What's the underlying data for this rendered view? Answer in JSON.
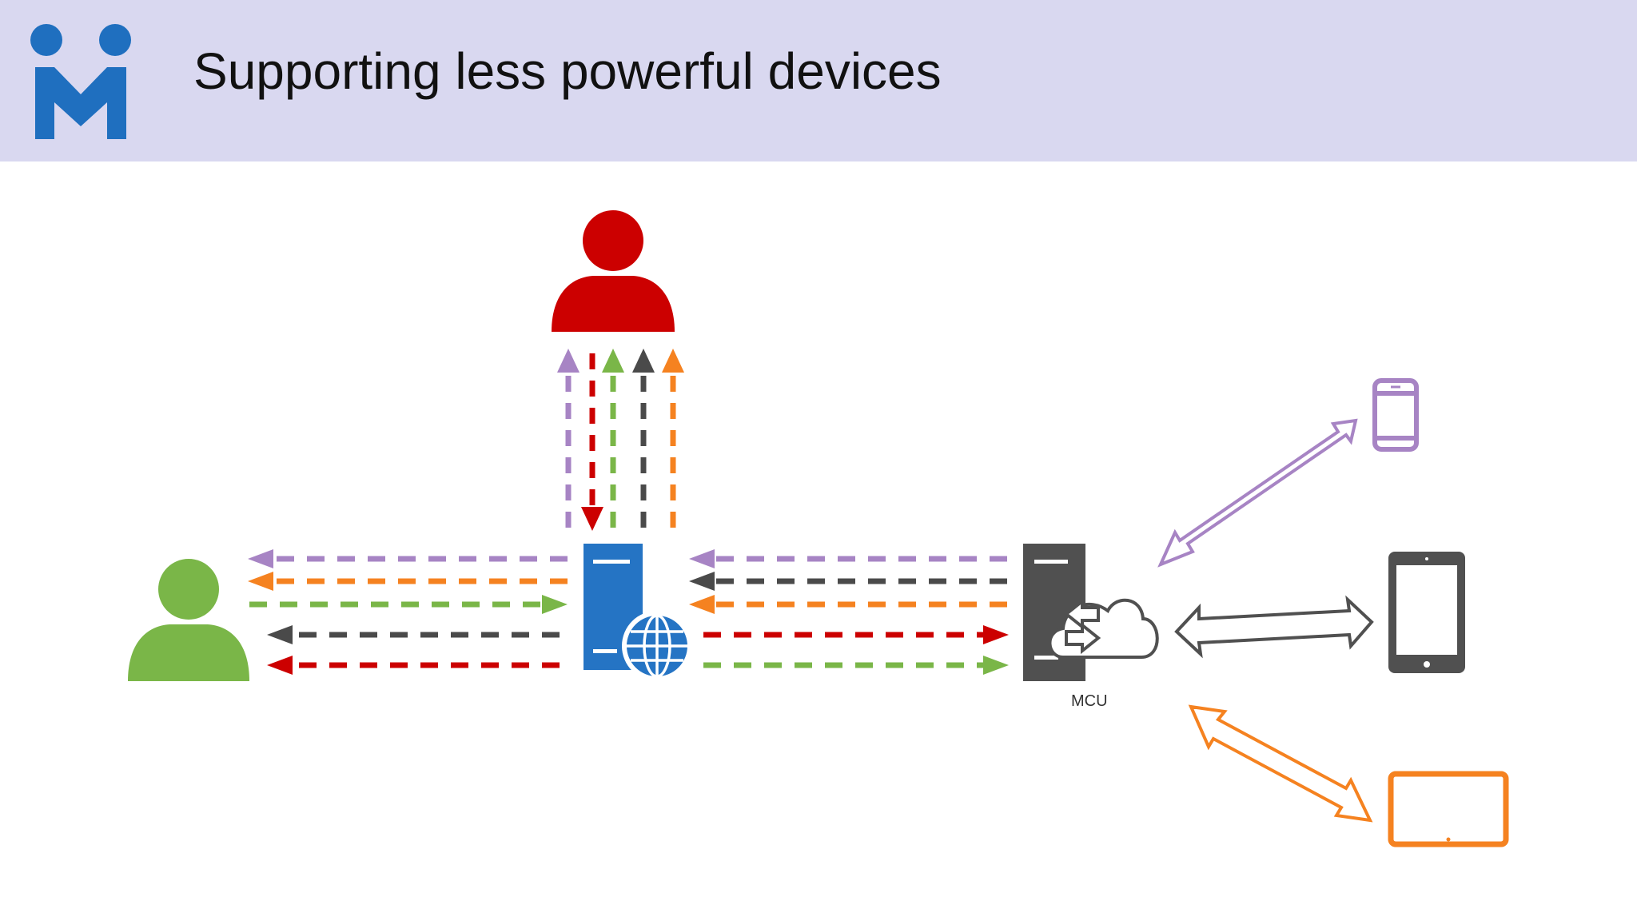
{
  "header": {
    "title": "Supporting less powerful devices",
    "background": "#d9d8f0"
  },
  "logo": {
    "icon": "meetecho-logo-icon",
    "color": "#1f6fbf"
  },
  "diagram": {
    "mcu_label": "MCU",
    "nodes": [
      {
        "id": "red-user",
        "icon": "user-icon",
        "color": "#cc0000"
      },
      {
        "id": "green-user",
        "icon": "user-icon",
        "color": "#7ab648"
      },
      {
        "id": "web-server",
        "icon": "web-server-icon",
        "color": "#2574c4"
      },
      {
        "id": "mcu",
        "icon": "mcu-server-icon",
        "color": "#505050"
      },
      {
        "id": "smartphone",
        "icon": "smartphone-icon",
        "color": "#a784c4"
      },
      {
        "id": "tablet",
        "icon": "tablet-icon",
        "color": "#505050"
      },
      {
        "id": "tablet-landscape",
        "icon": "tablet-landscape-icon",
        "color": "#f58220"
      }
    ],
    "stream_colors": {
      "purple": "#a784c4",
      "red": "#cc0000",
      "green": "#7ab648",
      "gray": "#4a4a4a",
      "orange": "#f58220"
    }
  }
}
